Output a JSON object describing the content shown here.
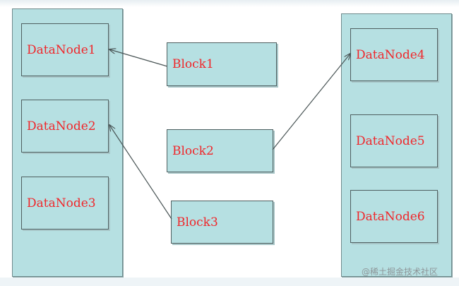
{
  "racks": {
    "left": {
      "nodes": [
        "DataNode1",
        "DataNode2",
        "DataNode3"
      ]
    },
    "right": {
      "nodes": [
        "DataNode4",
        "DataNode5",
        "DataNode6"
      ]
    }
  },
  "blocks": [
    "Block1",
    "Block2",
    "Block3"
  ],
  "links": [
    {
      "from": "Block1",
      "to": "DataNode1"
    },
    {
      "from": "Block2",
      "to": "DataNode4"
    },
    {
      "from": "Block3",
      "to": "DataNode2"
    }
  ],
  "watermark": "@稀土掘金技术社区",
  "colors": {
    "box_fill": "#b6e0e2",
    "label_text": "#f0262a",
    "border": "#4f5f60",
    "arrow": "#4a5556"
  }
}
